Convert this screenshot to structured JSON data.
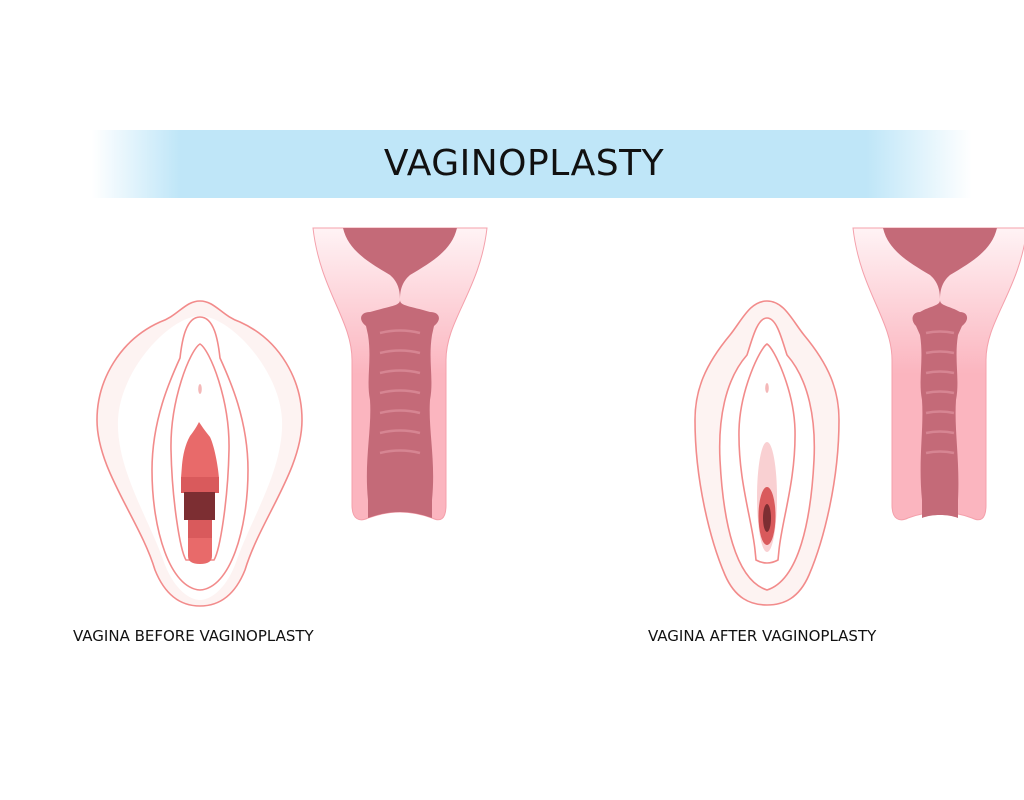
{
  "header": {
    "title": "VAGINOPLASTY"
  },
  "panels": [
    {
      "label": "VAGINA BEFORE VAGINOPLASTY"
    },
    {
      "label": "VAGINA AFTER VAGINOPLASTY"
    }
  ],
  "colors": {
    "banner": "#bfe6f8",
    "outline": "#f28b8b",
    "uterus_tissue": "#fbb5bf",
    "uterus_cavity": "#c46a78",
    "opening": "#e86a6a",
    "opening_dark": "#7c2e32"
  }
}
